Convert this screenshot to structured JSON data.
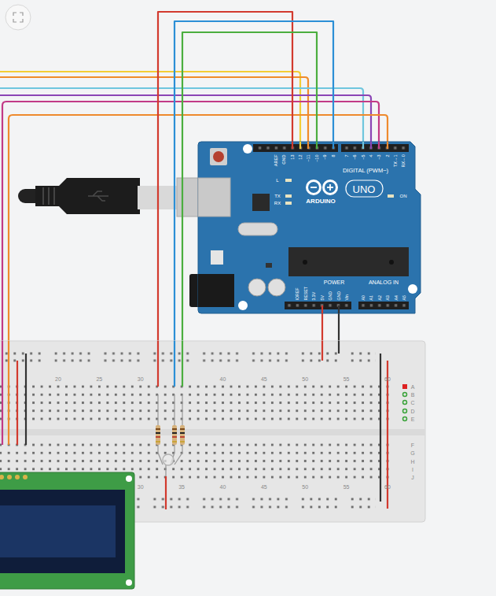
{
  "diagram": {
    "nodes": [
      {
        "text": [
          "AREF",
          "GND",
          "13",
          "12",
          "~11",
          "~10",
          "~9",
          "8",
          "7",
          "~6",
          "~5",
          "4",
          "~3",
          "2",
          "TX→1",
          "RX←0",
          "DIGITAL (PWM~)",
          "L",
          "TX",
          "RX",
          "ARDUINO",
          "UNO",
          "ON",
          "IOREF",
          "RESET",
          "3.3V",
          "5V",
          "GND",
          "GND",
          "Vin",
          "POWER",
          "ANALOG IN",
          "A0",
          "A1",
          "A2",
          "A3",
          "A4",
          "A5"
        ]
      },
      {
        "text": [
          "20",
          "25",
          "30",
          "40",
          "45",
          "50",
          "55",
          "60",
          "A",
          "B",
          "C",
          "D",
          "E",
          "F",
          "G",
          "H",
          "I",
          "J",
          "30",
          "35",
          "40",
          "45",
          "50",
          "55",
          "60"
        ]
      }
    ],
    "edges": [
      {
        "from": 0,
        "to": 1,
        "arrow": "none"
      },
      {
        "from": 0,
        "to": 1,
        "arrow": "none"
      },
      {
        "from": 0,
        "to": 1,
        "arrow": "none"
      },
      {
        "from": 0,
        "to": 1,
        "arrow": "none"
      },
      {
        "from": 0,
        "to": 1,
        "arrow": "none"
      }
    ]
  }
}
